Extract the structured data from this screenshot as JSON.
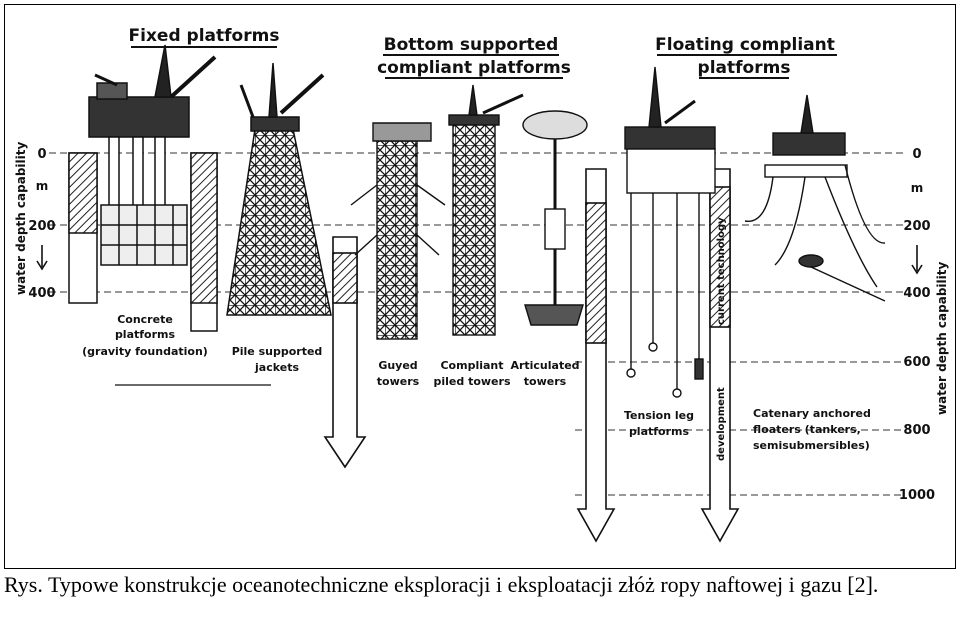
{
  "figure": {
    "groups": {
      "fixed": "Fixed platforms",
      "bottom_line1": "Bottom supported",
      "bottom_line2": "compliant platforms",
      "floating_line1": "Floating compliant",
      "floating_line2": "platforms"
    },
    "left_axis": {
      "title": "water depth capability",
      "unit": "m",
      "ticks": [
        "0",
        "200",
        "400"
      ]
    },
    "right_axis": {
      "title": "water depth capability",
      "unit": "m",
      "ticks": [
        "0",
        "200",
        "400",
        "600",
        "800",
        "1000"
      ]
    },
    "labels": {
      "concrete_1": "Concrete",
      "concrete_2": "platforms",
      "concrete_3": "(gravity foundation)",
      "pile_1": "Pile supported",
      "pile_2": "jackets",
      "guyed_1": "Guyed",
      "guyed_2": "towers",
      "compliant_1": "Compliant",
      "compliant_2": "piled towers",
      "articulated_1": "Articulated",
      "articulated_2": "towers",
      "tlp_1": "Tension leg",
      "tlp_2": "platforms",
      "catenary_1": "Catenary anchored",
      "catenary_2": "floaters (tankers,",
      "catenary_3": "semisubmersibles)",
      "current_tech": "current technology",
      "development": "development"
    }
  },
  "caption": "Rys. Typowe konstrukcje oceanotechniczne eksploracji i eksploatacji złóż ropy naftowej i gazu [2]."
}
